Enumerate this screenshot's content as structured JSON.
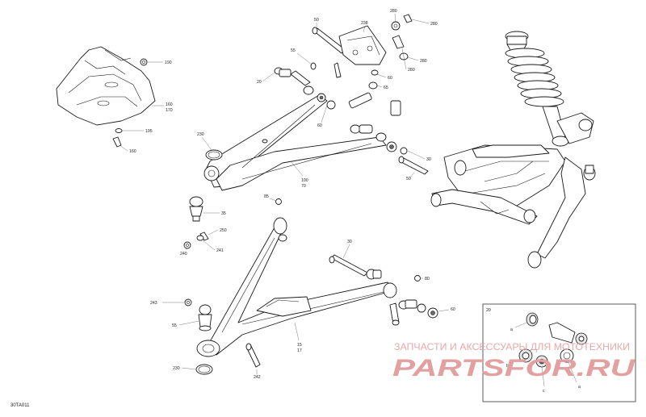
{
  "diagram_id": "30TA011",
  "callouts": [
    {
      "key": "c190",
      "text": "190"
    },
    {
      "key": "c160a",
      "text": "160"
    },
    {
      "key": "c170",
      "text": "170"
    },
    {
      "key": "c195",
      "text": "195"
    },
    {
      "key": "c160b",
      "text": "160"
    },
    {
      "key": "c50a",
      "text": "50"
    },
    {
      "key": "c55a",
      "text": "55"
    },
    {
      "key": "c20a",
      "text": "20"
    },
    {
      "key": "c238",
      "text": "238"
    },
    {
      "key": "c280a",
      "text": "280"
    },
    {
      "key": "c280b",
      "text": "280"
    },
    {
      "key": "c280c",
      "text": "280"
    },
    {
      "key": "c280d",
      "text": "280"
    },
    {
      "key": "c60a",
      "text": "60"
    },
    {
      "key": "c65",
      "text": "65"
    },
    {
      "key": "c60b",
      "text": "60"
    },
    {
      "key": "c230a",
      "text": "230"
    },
    {
      "key": "c100",
      "text": "100"
    },
    {
      "key": "c70",
      "text": "70"
    },
    {
      "key": "c30a",
      "text": "30"
    },
    {
      "key": "c50b",
      "text": "50"
    },
    {
      "key": "c85",
      "text": "85"
    },
    {
      "key": "c35",
      "text": "35"
    },
    {
      "key": "c250",
      "text": "250"
    },
    {
      "key": "c240",
      "text": "240"
    },
    {
      "key": "c241",
      "text": "241"
    },
    {
      "key": "c30b",
      "text": "30"
    },
    {
      "key": "c80",
      "text": "80"
    },
    {
      "key": "c243",
      "text": "243"
    },
    {
      "key": "c55b",
      "text": "55"
    },
    {
      "key": "c60c",
      "text": "60"
    },
    {
      "key": "c15",
      "text": "15"
    },
    {
      "key": "c17",
      "text": "17"
    },
    {
      "key": "c230b",
      "text": "230"
    },
    {
      "key": "c242",
      "text": "242"
    },
    {
      "key": "c20b",
      "text": "20"
    },
    {
      "key": "ca1",
      "text": "a"
    },
    {
      "key": "cb",
      "text": "b"
    },
    {
      "key": "cc",
      "text": "c"
    },
    {
      "key": "ca2",
      "text": "a"
    }
  ],
  "watermark": {
    "text": "ЗАПЧАСТИ И АКСЕССУАРЫ ДЛЯ МОТОТЕХНИКИ",
    "logo": "PARTSFOR.RU"
  },
  "colors": {
    "line": "#1a1a1a",
    "watermark": "#e3a0a0"
  }
}
